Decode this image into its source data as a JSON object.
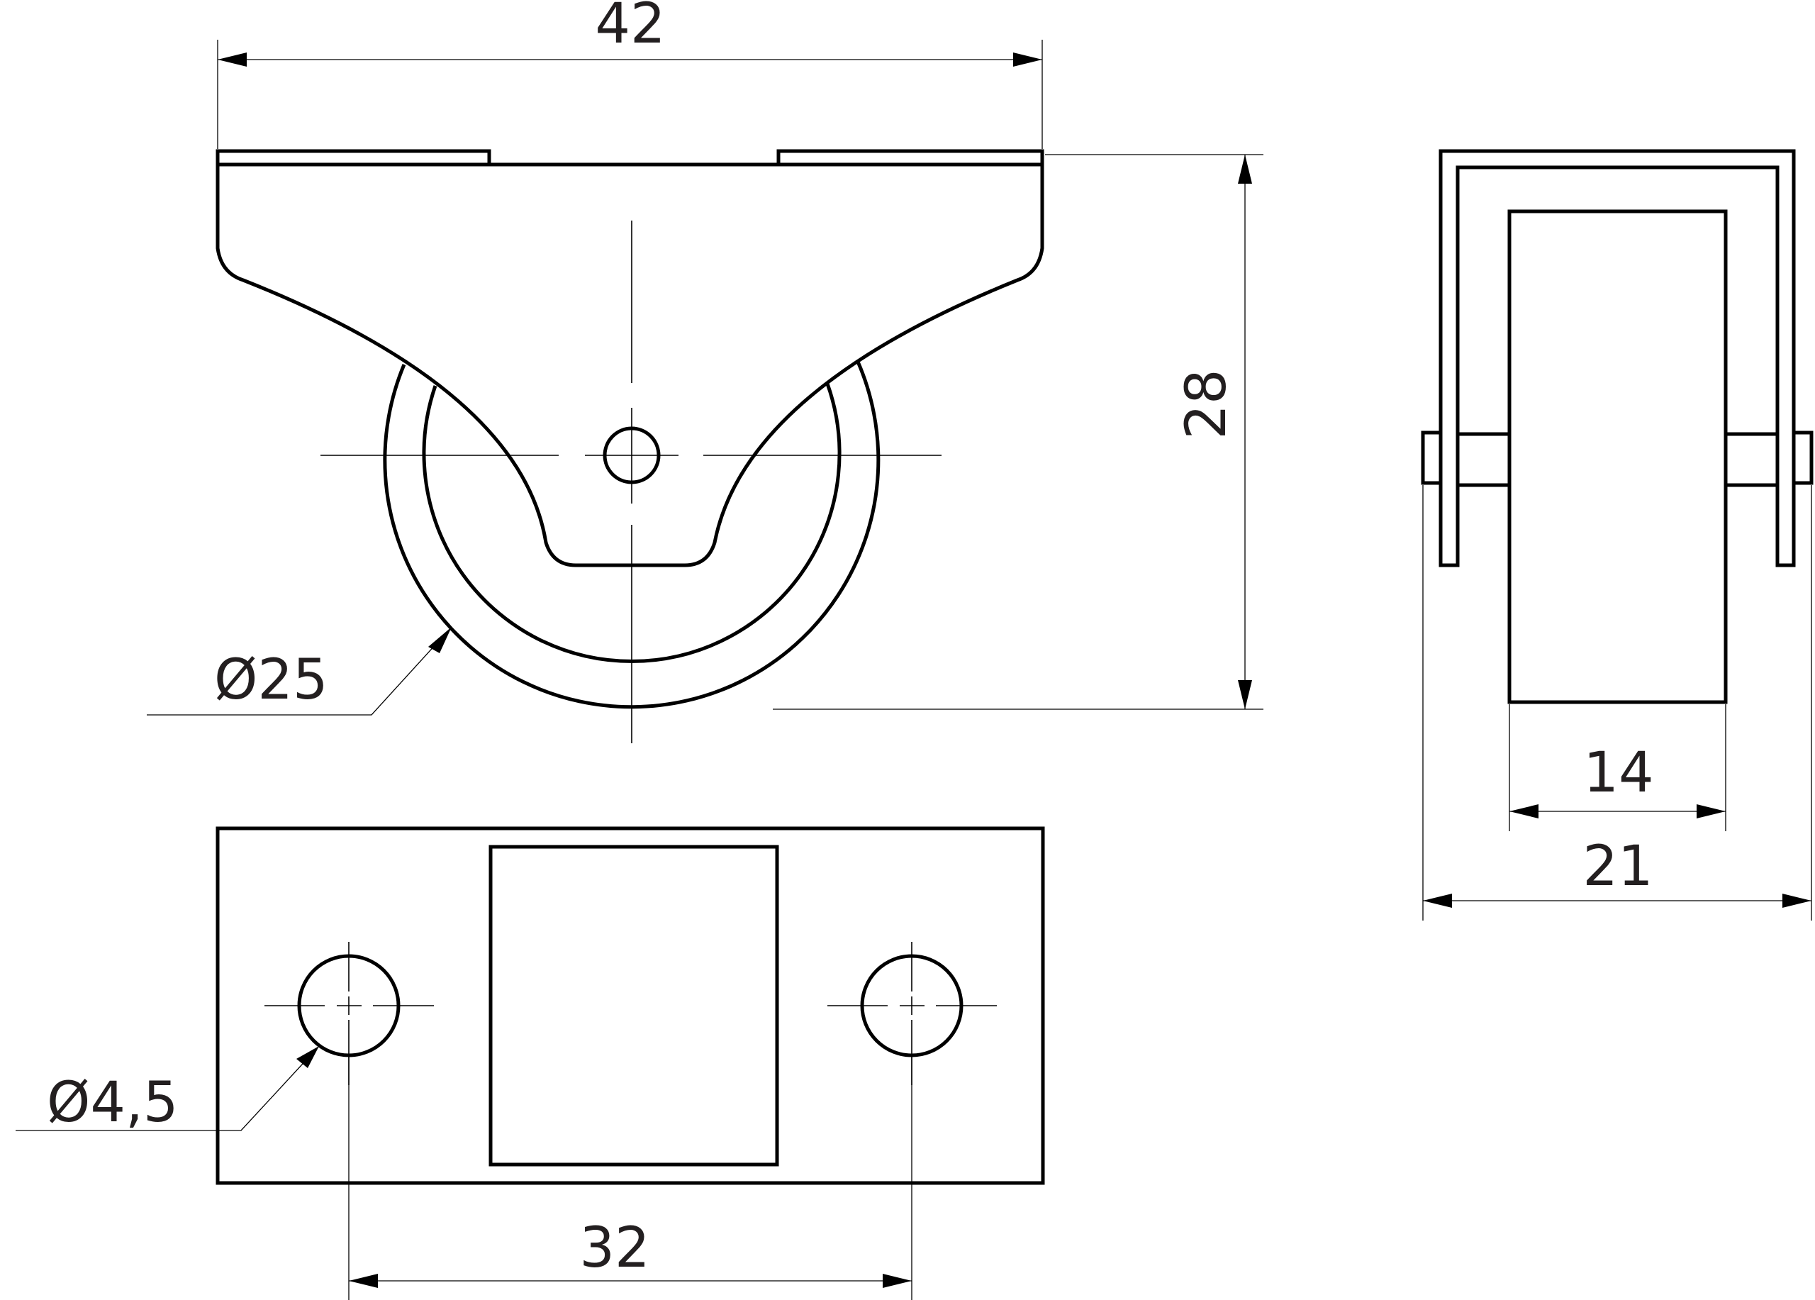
{
  "dimensions": {
    "overall_width": "42",
    "height": "28",
    "wheel_diameter": "Ø25",
    "hole_diameter": "Ø4,5",
    "hole_spacing": "32",
    "wheel_width": "14",
    "overall_depth": "21"
  },
  "colors": {
    "line": "#000000",
    "text": "#231f20",
    "background": "#ffffff"
  }
}
